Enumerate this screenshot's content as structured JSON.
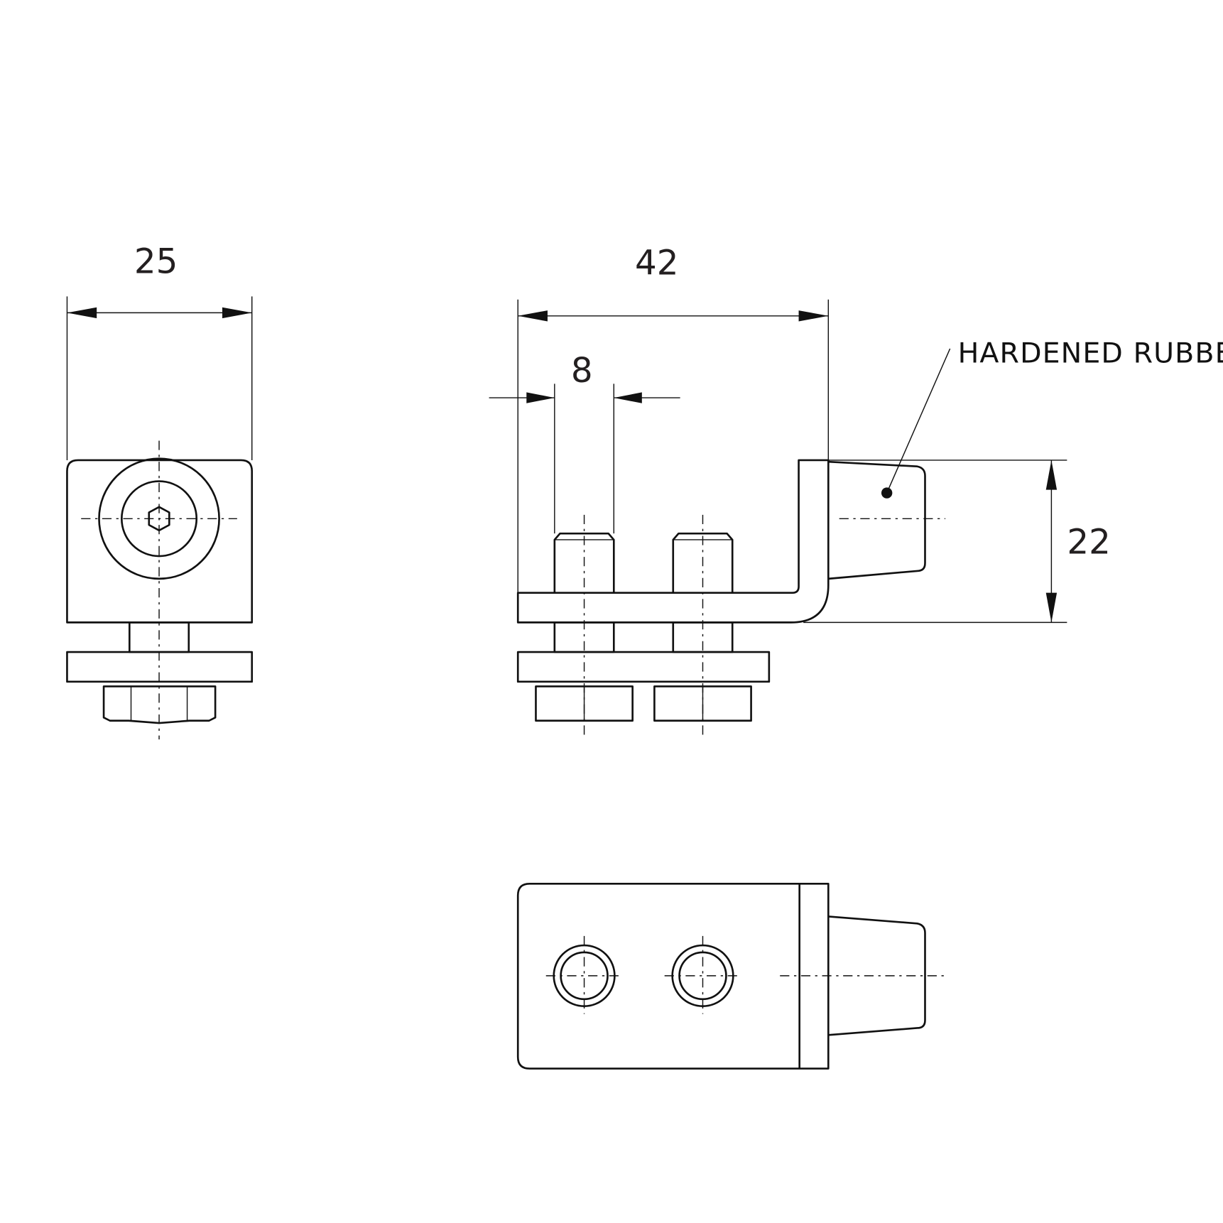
{
  "dimensions": {
    "width_front": "25",
    "length_side": "42",
    "bolt_spacing": "8",
    "height": "22"
  },
  "callout": {
    "text": "HARDENED RUBBER"
  },
  "colors": {
    "line": "#111111",
    "background": "#ffffff"
  }
}
